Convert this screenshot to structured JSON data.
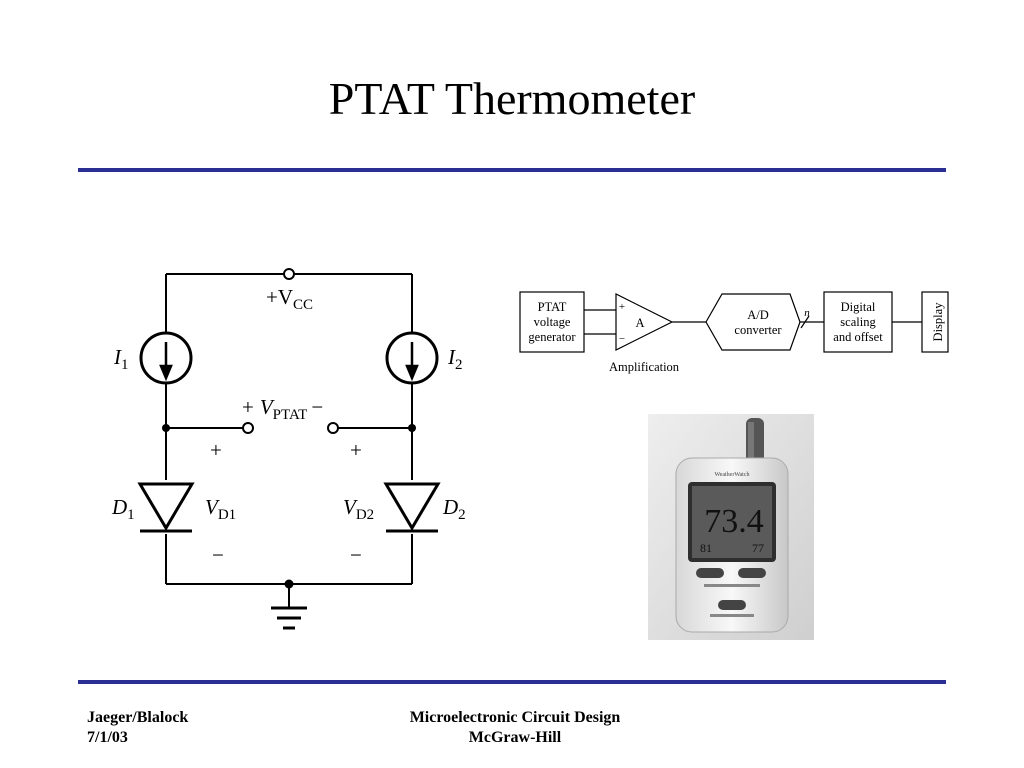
{
  "slide": {
    "title": "PTAT Thermometer",
    "accent_color": "#2b2f93"
  },
  "circuit": {
    "vcc_label": "+V",
    "vcc_sub": "CC",
    "i1_label": "I",
    "i1_sub": "1",
    "i2_label": "I",
    "i2_sub": "2",
    "vptat_plus": "+",
    "vptat_label": "V",
    "vptat_sub": "PTAT",
    "vptat_minus": "−",
    "d1_label": "D",
    "d1_sub": "1",
    "d2_label": "D",
    "d2_sub": "2",
    "vd1_label": "V",
    "vd1_sub": "D1",
    "vd2_label": "V",
    "vd2_sub": "D2",
    "plus_sign": "+",
    "minus_sign": "−"
  },
  "block_diagram": {
    "ptat_block": [
      "PTAT",
      "voltage",
      "generator"
    ],
    "amp_symbol": "A",
    "amp_plus": "+",
    "amp_minus": "−",
    "amplification_label": "Amplification",
    "adc_block": [
      "A/D",
      "converter"
    ],
    "bus_label": "n",
    "scaling_block": [
      "Digital",
      "scaling",
      "and offset"
    ],
    "display_block": "Display"
  },
  "device_photo": {
    "brand": "WeatherWatch",
    "main_reading": "73.4",
    "small_reading_left": "81",
    "small_reading_right": "77"
  },
  "footer": {
    "authors": "Jaeger/Blalock",
    "date": "7/1/03",
    "book_title": "Microelectronic Circuit Design",
    "publisher": "McGraw-Hill"
  }
}
